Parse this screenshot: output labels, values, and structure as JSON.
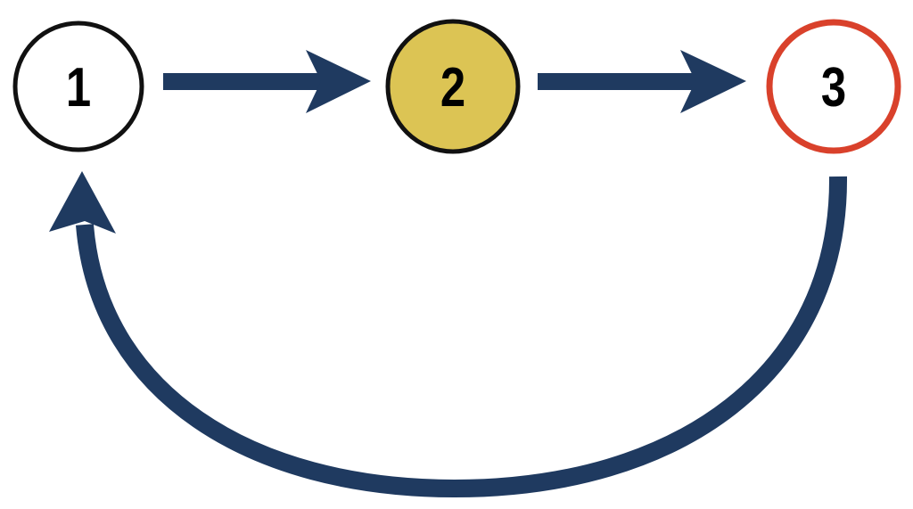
{
  "nodes": [
    {
      "label": "1",
      "fill": "#ffffff",
      "stroke": "#111111"
    },
    {
      "label": "2",
      "fill": "#dcc454",
      "stroke": "#111111"
    },
    {
      "label": "3",
      "fill": "#ffffff",
      "stroke": "#d9412b"
    }
  ],
  "edges": [
    {
      "from": "1",
      "to": "2"
    },
    {
      "from": "2",
      "to": "3"
    },
    {
      "from": "3",
      "to": "1"
    }
  ],
  "colors": {
    "arrow": "#1f3a60"
  }
}
